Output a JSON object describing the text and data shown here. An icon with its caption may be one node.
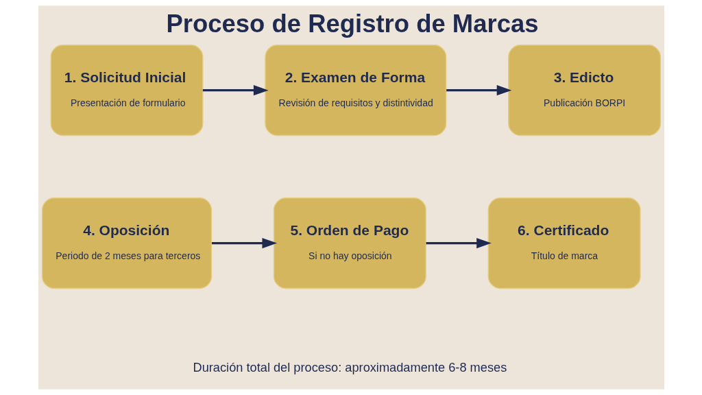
{
  "diagram": {
    "title": "Proceso de Registro de Marcas",
    "nodes": [
      {
        "text": [
          "1. Solicitud Inicial",
          "Presentación de formulario"
        ]
      },
      {
        "text": [
          "2. Examen de Forma",
          "Revisión de requisitos y distintividad"
        ]
      },
      {
        "text": [
          "3. Edicto",
          "Publicación BORPI"
        ]
      },
      {
        "text": [
          "4. Oposición",
          "Periodo de 2 meses para terceros"
        ]
      },
      {
        "text": [
          "5. Orden de Pago",
          "Si no hay oposición"
        ]
      },
      {
        "text": [
          "6. Certificado",
          "Título de marca"
        ]
      }
    ],
    "edges": [
      {
        "from": 0,
        "to": 1,
        "arrow": "to"
      },
      {
        "from": 1,
        "to": 2,
        "arrow": "to"
      },
      {
        "from": 3,
        "to": 4,
        "arrow": "to"
      },
      {
        "from": 4,
        "to": 5,
        "arrow": "to"
      }
    ],
    "labels": [
      "Duración total del proceso: aproximadamente 6-8 meses"
    ]
  }
}
